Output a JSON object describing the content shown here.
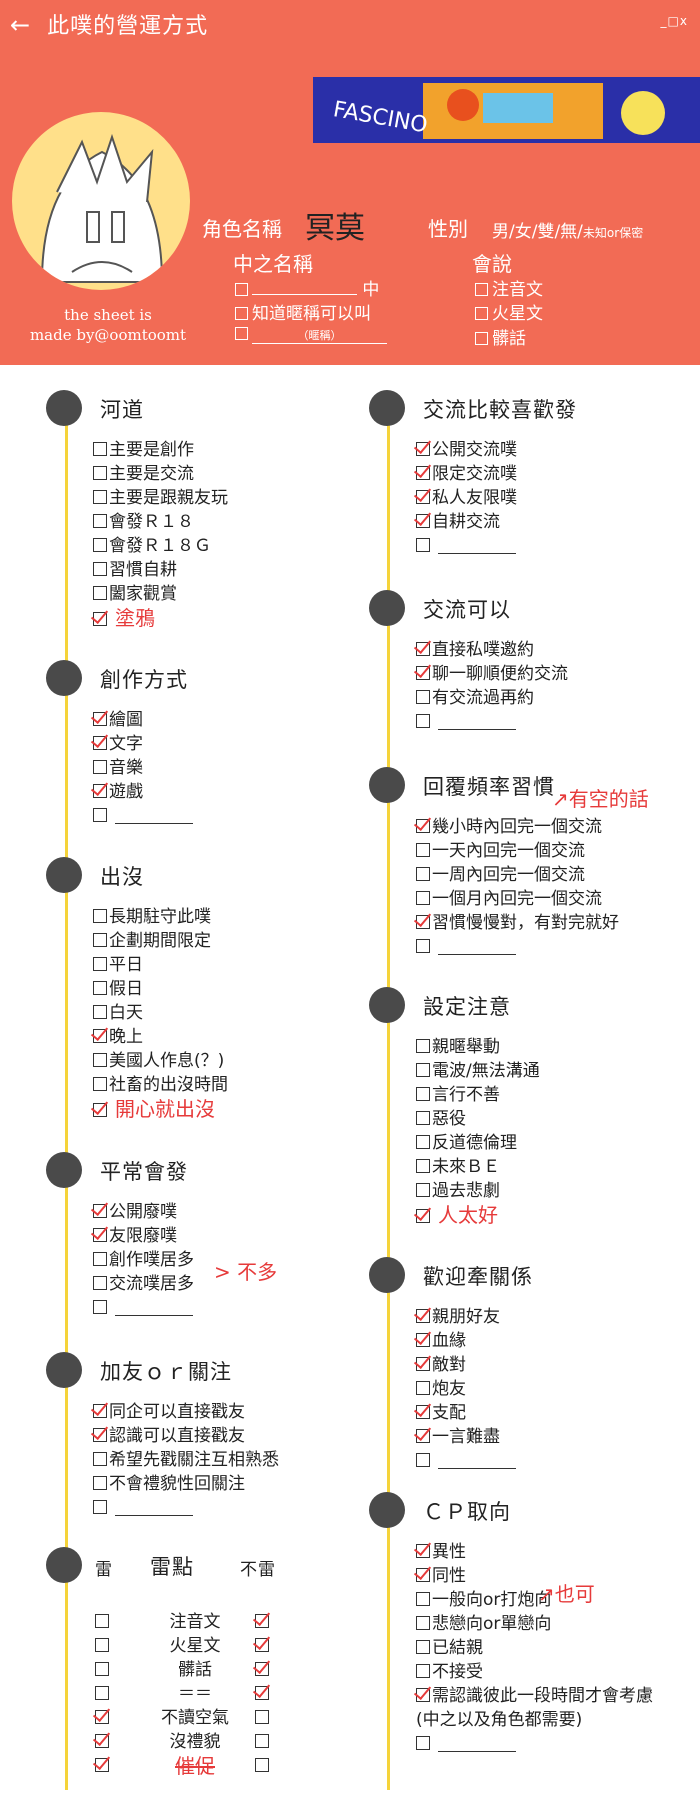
{
  "titlebar": {
    "back_icon": "←",
    "title": "此噗的營運方式",
    "window_controls": "_□x"
  },
  "banner_text": "FASCINO",
  "credit": {
    "line1": "the sheet is",
    "line2": "made by@oomtoomt"
  },
  "profile": {
    "role_name_label": "角色名稱",
    "role_name_value": "冥莫",
    "chinese_name_label": "中之名稱",
    "chinese_name_suffix": "中",
    "chinese_name_opt2": "知道暱稱可以叫",
    "nickname_hint": "（暱稱）",
    "gender_label": "性別",
    "gender_options": "男/女/雙/無/",
    "gender_tiny": "未知or保密",
    "language_label": "會說",
    "languages": [
      "注音文",
      "火星文",
      "髒話"
    ]
  },
  "sections_left": [
    {
      "title": "河道",
      "items": [
        {
          "label": "主要是創作",
          "checked": false
        },
        {
          "label": "主要是交流",
          "checked": false
        },
        {
          "label": "主要是跟親友玩",
          "checked": false
        },
        {
          "label": "會發Ｒ１８",
          "checked": false
        },
        {
          "label": "會發Ｒ１８Ｇ",
          "checked": false
        },
        {
          "label": "習慣自耕",
          "checked": false
        },
        {
          "label": "闔家觀賞",
          "checked": false
        },
        {
          "label": "",
          "checked": true,
          "hand": "塗鴉"
        }
      ]
    },
    {
      "title": "創作方式",
      "items": [
        {
          "label": "繪圖",
          "checked": true
        },
        {
          "label": "文字",
          "checked": true
        },
        {
          "label": "音樂",
          "checked": false
        },
        {
          "label": "遊戲",
          "checked": true
        },
        {
          "label": "",
          "checked": false
        }
      ]
    },
    {
      "title": "出沒",
      "items": [
        {
          "label": "長期駐守此噗",
          "checked": false
        },
        {
          "label": "企劃期間限定",
          "checked": false
        },
        {
          "label": "平日",
          "checked": false
        },
        {
          "label": "假日",
          "checked": false
        },
        {
          "label": "白天",
          "checked": false
        },
        {
          "label": "晚上",
          "checked": true
        },
        {
          "label": "美國人作息(？)",
          "checked": false
        },
        {
          "label": "社畜的出沒時間",
          "checked": false
        },
        {
          "label": "",
          "checked": true,
          "hand": "開心就出沒"
        }
      ]
    },
    {
      "title": "平常會發",
      "items": [
        {
          "label": "公開廢噗",
          "checked": true
        },
        {
          "label": "友限廢噗",
          "checked": true
        },
        {
          "label": "創作噗居多",
          "checked": false
        },
        {
          "label": "交流噗居多",
          "checked": false
        },
        {
          "label": "",
          "checked": false
        }
      ]
    },
    {
      "title": "加友ｏｒ關注",
      "items": [
        {
          "label": "同企可以直接戳友",
          "checked": true
        },
        {
          "label": "認識可以直接戳友",
          "checked": true
        },
        {
          "label": "希望先戳關注互相熟悉",
          "checked": false
        },
        {
          "label": "不會禮貌性回關注",
          "checked": false
        },
        {
          "label": "",
          "checked": false
        }
      ]
    }
  ],
  "annot": {
    "more": "> 不多",
    "free": "↗有空的話",
    "also": "↗也可"
  },
  "lei": {
    "left_label": "雷",
    "title": "雷點",
    "right_label": "不雷",
    "rows": [
      {
        "label": "注音文",
        "lei": false,
        "bulei": true
      },
      {
        "label": "火星文",
        "lei": false,
        "bulei": true
      },
      {
        "label": "髒話",
        "lei": false,
        "bulei": true
      },
      {
        "label": "＝＝",
        "lei": false,
        "bulei": true
      },
      {
        "label": "不讀空氣",
        "lei": true,
        "bulei": false
      },
      {
        "label": "沒禮貌",
        "lei": true,
        "bulei": false
      },
      {
        "label": "催促",
        "lei": true,
        "bulei": false
      }
    ]
  },
  "sections_right": [
    {
      "title": "交流比較喜歡發",
      "items": [
        {
          "label": "公開交流噗",
          "checked": true
        },
        {
          "label": "限定交流噗",
          "checked": true
        },
        {
          "label": "私人友限噗",
          "checked": true
        },
        {
          "label": "自耕交流",
          "checked": true
        },
        {
          "label": "",
          "checked": false
        }
      ]
    },
    {
      "title": "交流可以",
      "items": [
        {
          "label": "直接私噗邀約",
          "checked": true
        },
        {
          "label": "聊一聊順便約交流",
          "checked": true
        },
        {
          "label": "有交流過再約",
          "checked": false
        },
        {
          "label": "",
          "checked": false
        }
      ]
    },
    {
      "title": "回覆頻率習慣",
      "items": [
        {
          "label": "幾小時內回完一個交流",
          "checked": true
        },
        {
          "label": "一天內回完一個交流",
          "checked": false
        },
        {
          "label": "一周內回完一個交流",
          "checked": false
        },
        {
          "label": "一個月內回完一個交流",
          "checked": false
        },
        {
          "label": "習慣慢慢對，有對完就好",
          "checked": true
        },
        {
          "label": "",
          "checked": false
        }
      ]
    },
    {
      "title": "設定注意",
      "items": [
        {
          "label": "親暱舉動",
          "checked": false
        },
        {
          "label": "電波/無法溝通",
          "checked": false
        },
        {
          "label": "言行不善",
          "checked": false
        },
        {
          "label": "惡役",
          "checked": false
        },
        {
          "label": "反道德倫理",
          "checked": false
        },
        {
          "label": "未來ＢＥ",
          "checked": false
        },
        {
          "label": "過去悲劇",
          "checked": false
        },
        {
          "label": "",
          "checked": true,
          "hand": "人太好"
        }
      ]
    },
    {
      "title": "歡迎牽關係",
      "items": [
        {
          "label": "親朋好友",
          "checked": true
        },
        {
          "label": "血緣",
          "checked": true
        },
        {
          "label": "敵對",
          "checked": true
        },
        {
          "label": "炮友",
          "checked": false
        },
        {
          "label": "支配",
          "checked": true
        },
        {
          "label": "一言難盡",
          "checked": true
        },
        {
          "label": "",
          "checked": false
        }
      ]
    },
    {
      "title": "ＣＰ取向",
      "items": [
        {
          "label": "異性",
          "checked": true
        },
        {
          "label": "同性",
          "checked": true
        },
        {
          "label": "一般向or打炮向",
          "checked": false
        },
        {
          "label": "悲戀向or單戀向",
          "checked": false
        },
        {
          "label": "已結親",
          "checked": false
        },
        {
          "label": "不接受",
          "checked": false
        },
        {
          "label": "需認識彼此一段時間才會考慮",
          "checked": true
        },
        {
          "label": "(中之以及角色都需要)",
          "checked": false,
          "nobox": true
        },
        {
          "label": "",
          "checked": false
        }
      ]
    }
  ]
}
